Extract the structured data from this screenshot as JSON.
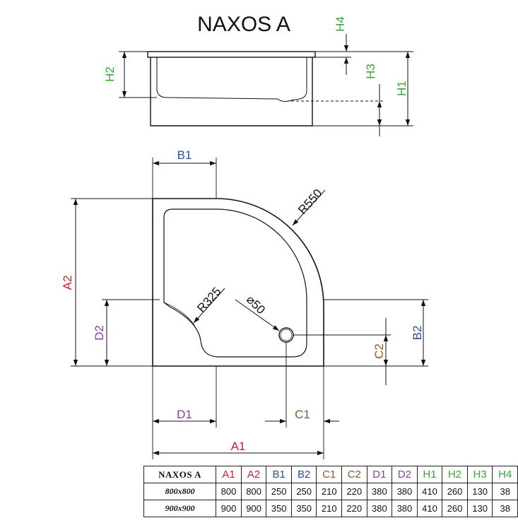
{
  "title": "NAXOS A",
  "colors": {
    "A": "#cc1f2a",
    "B": "#2a4f9a",
    "C": "#8a5a2b",
    "D": "#8a3fa0",
    "H": "#3aa63a",
    "line": "#111111"
  },
  "side_view": {
    "labels": {
      "H1": "H1",
      "H2": "H2",
      "H3": "H3",
      "H4": "H4"
    }
  },
  "top_view": {
    "labels": {
      "A1": "A1",
      "A2": "A2",
      "B1": "B1",
      "B2": "B2",
      "C1": "C1",
      "C2": "C2",
      "D1": "D1",
      "D2": "D2",
      "R550": "R550",
      "R325": "R325",
      "drain": "⌀50"
    }
  },
  "table": {
    "model": "NAXOS A",
    "columns": [
      {
        "key": "A1",
        "color": "#cc1f2a"
      },
      {
        "key": "A2",
        "color": "#cc1f2a"
      },
      {
        "key": "B1",
        "color": "#2a4f9a"
      },
      {
        "key": "B2",
        "color": "#2a4f9a"
      },
      {
        "key": "C1",
        "color": "#8a5a2b"
      },
      {
        "key": "C2",
        "color": "#8a5a2b"
      },
      {
        "key": "D1",
        "color": "#8a3fa0"
      },
      {
        "key": "D2",
        "color": "#8a3fa0"
      },
      {
        "key": "H1",
        "color": "#3aa63a"
      },
      {
        "key": "H2",
        "color": "#3aa63a"
      },
      {
        "key": "H3",
        "color": "#3aa63a"
      },
      {
        "key": "H4",
        "color": "#3aa63a"
      }
    ],
    "rows": [
      {
        "size": "800x800",
        "values": [
          "800",
          "800",
          "250",
          "250",
          "210",
          "220",
          "380",
          "380",
          "410",
          "260",
          "130",
          "38"
        ]
      },
      {
        "size": "900x900",
        "values": [
          "900",
          "900",
          "350",
          "350",
          "210",
          "220",
          "380",
          "380",
          "410",
          "260",
          "130",
          "38"
        ]
      }
    ]
  }
}
